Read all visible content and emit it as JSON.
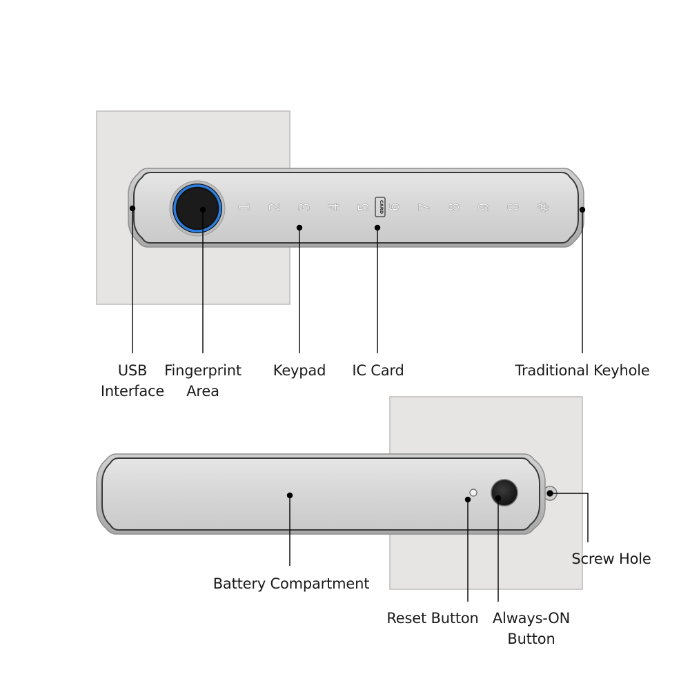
{
  "colors": {
    "plate": "#e7e5e4",
    "plate_border": "#b9b7b6",
    "handle_outer": "#b8b8b8",
    "handle_face": "#dcdcdc",
    "handle_edge": "#4a4a4a",
    "fingerprint_ring": "#2d7ee0",
    "fingerprint_core": "#1e1e1e",
    "keypad_digit": "#f7f7f7",
    "leader_line": "#000000",
    "label_text": "#1a1a1a"
  },
  "top_view": {
    "keypad_keys": [
      "1",
      "2",
      "3",
      "4",
      "5",
      "6",
      "7",
      "8",
      "9",
      "0",
      "#"
    ],
    "card_tag": "CARD",
    "callouts": {
      "usb": {
        "line1": "USB",
        "line2": "Interface"
      },
      "fingerprint": {
        "line1": "Fingerprint",
        "line2": "Area"
      },
      "keypad": {
        "line1": "Keypad"
      },
      "ic_card": {
        "line1": "IC Card"
      },
      "keyhole": {
        "line1": "Traditional Keyhole"
      }
    }
  },
  "bottom_view": {
    "callouts": {
      "battery": {
        "line1": "Battery Compartment"
      },
      "screw": {
        "line1": "Screw Hole"
      },
      "reset": {
        "line1": "Reset Button"
      },
      "always_on": {
        "line1": "Always-ON",
        "line2": "Button"
      }
    }
  }
}
